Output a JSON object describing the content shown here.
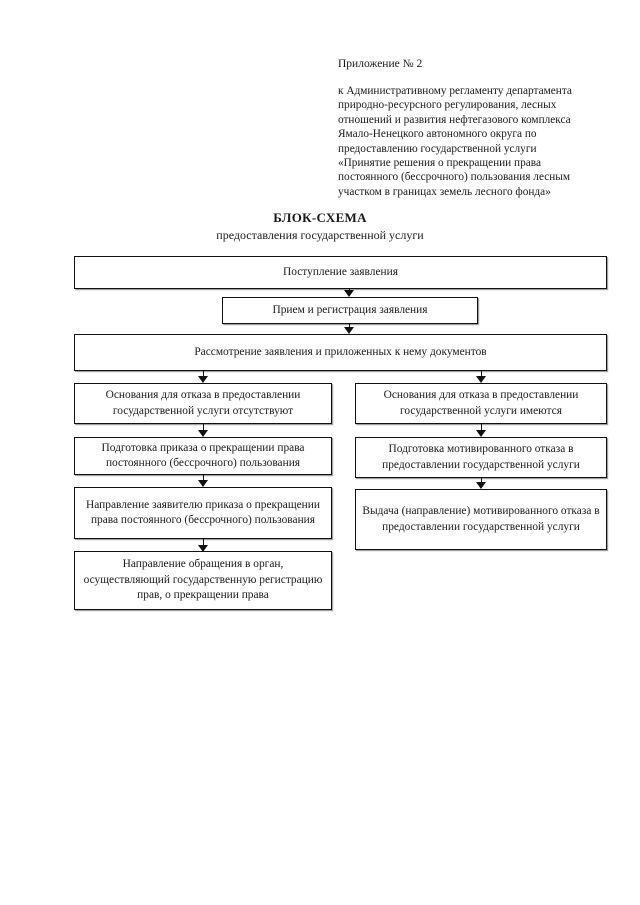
{
  "document": {
    "appendix_number": "Приложение № 2",
    "reference_lines": [
      "к Административному регламенту департамента",
      "природно-ресурсного регулирования, лесных",
      "отношений и развития нефтегазового комплекса",
      "Ямало-Ненецкого автономного округа по",
      "предоставлению государственной услуги",
      "«Принятие решения о прекращении права",
      "постоянного (бессрочного) пользования лесным",
      "участком в границах земель лесного фонда»"
    ],
    "title": "БЛОК-СХЕМА",
    "subtitle": "предоставления государственной услуги"
  },
  "flowchart": {
    "nodes": [
      {
        "id": "intake",
        "label": "Поступление заявления"
      },
      {
        "id": "registration",
        "label": "Прием и регистрация заявления"
      },
      {
        "id": "review",
        "label": "Рассмотрение заявления и приложенных к нему документов"
      },
      {
        "id": "no-refusal-grounds",
        "label": "Основания для отказа в предоставлении государственной услуги отсутствуют"
      },
      {
        "id": "refusal-grounds",
        "label": "Основания для отказа в предоставлении государственной услуги имеются"
      },
      {
        "id": "prepare-order",
        "label": "Подготовка приказа о прекращении права постоянного (бессрочного) пользования"
      },
      {
        "id": "prepare-refusal",
        "label": "Подготовка мотивированного отказа в предоставлении государственной услуги"
      },
      {
        "id": "send-order",
        "label": "Направление заявителю приказа о прекращении права постоянного (бессрочного) пользования"
      },
      {
        "id": "issue-refusal",
        "label": "Выдача (направление) мотивированного отказа в предоставлении государственной услуги"
      },
      {
        "id": "send-to-registry",
        "label": "Направление обращения в орган, осуществляющий государственную регистрацию прав, о прекращении права"
      }
    ]
  }
}
